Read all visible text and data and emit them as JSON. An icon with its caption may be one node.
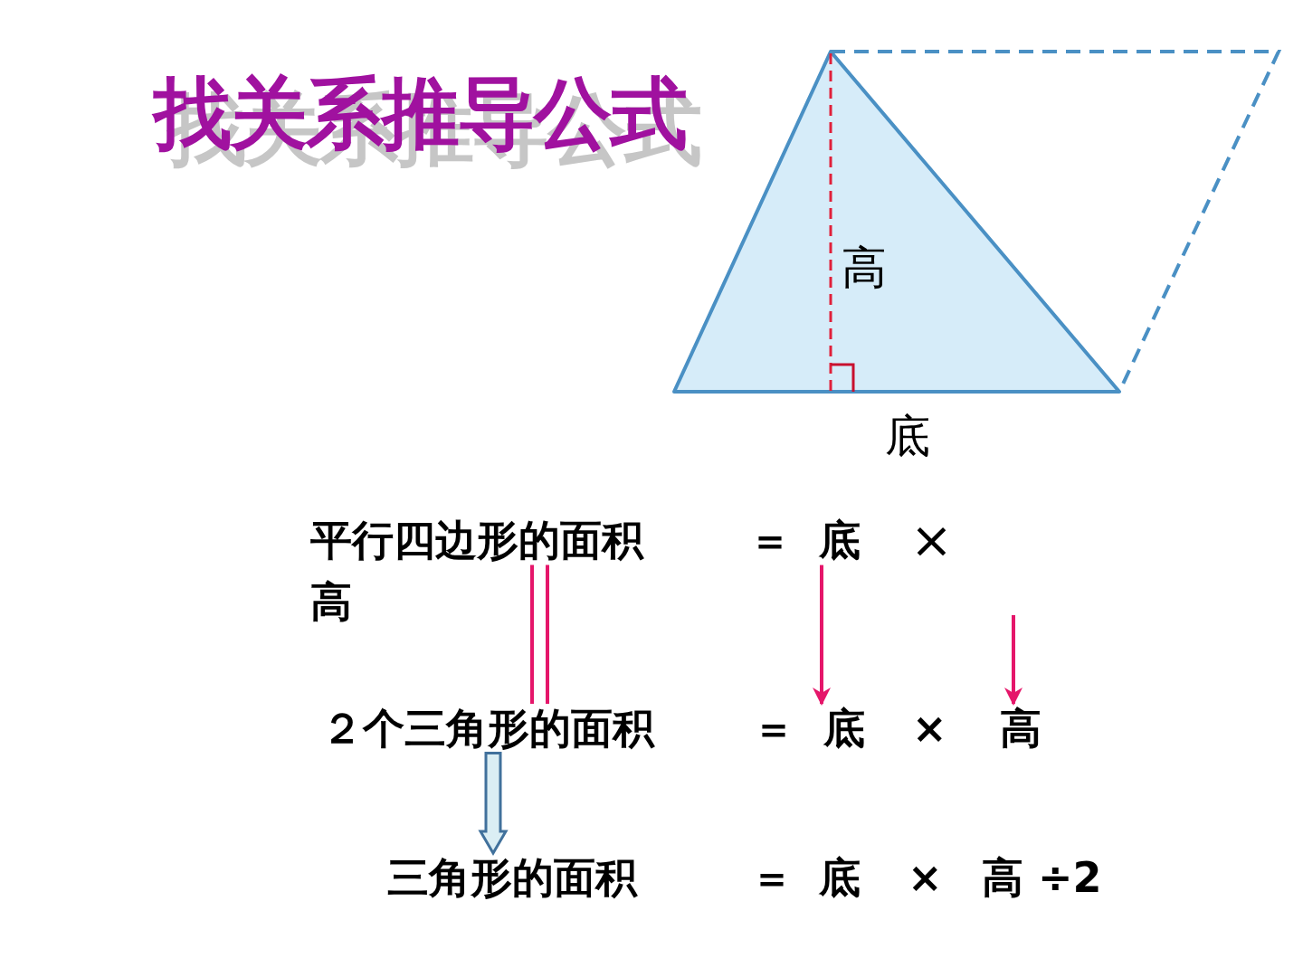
{
  "diagram": {
    "title": "找关系推导公式",
    "nodes": [
      {
        "text": [
          "高"
        ],
        "beside": [
          "底"
        ]
      },
      {
        "text": [
          "平行四边形的面积"
        ]
      },
      {
        "text": [
          "底"
        ]
      },
      {
        "text": [
          "２个三角形的面积"
        ]
      },
      {
        "text": [
          "底"
        ]
      },
      {
        "text": [
          "高"
        ]
      },
      {
        "text": [
          "三角形的面积"
        ]
      }
    ],
    "edges": [
      {
        "from": 1,
        "to": 3,
        "arrow": "none"
      },
      {
        "from": 2,
        "to": 4,
        "arrow": "to"
      },
      {
        "from": null,
        "to": 5,
        "arrow": "to"
      },
      {
        "from": 3,
        "to": 6,
        "arrow": "to",
        "style": "thick",
        "color": "#41719c"
      }
    ],
    "labels": [
      "＝",
      "×",
      "高",
      "＝",
      "×",
      "＝",
      "底",
      "×",
      "高 ÷2"
    ]
  }
}
